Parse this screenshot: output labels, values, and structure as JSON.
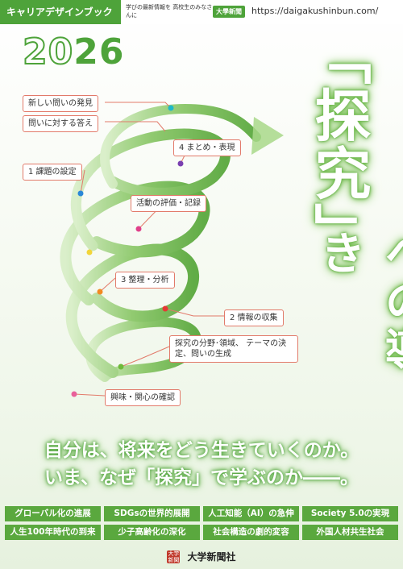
{
  "header": {
    "series": "キャリアデザインブック",
    "tagline": "学びの最新情報を 高校生のみなさんに",
    "publisher_badge": "大學新聞",
    "url": "https://daigakushinbun.com/"
  },
  "year_prefix": "20",
  "year_suffix": "26",
  "title": "「探究」",
  "subtitle": "への導き",
  "labels": {
    "new_question": "新しい問いの発見",
    "answer": "問いに対する答え",
    "step4": "4 まとめ・表現",
    "step1": "1 課題の設定",
    "evaluation": "活動の評価・記録",
    "step3": "3 整理・分析",
    "step2": "2 情報の収集",
    "field": "探究の分野･領域、 テーマの決定、問いの生成",
    "interest": "興味・関心の確認"
  },
  "slogan": {
    "line1": "自分は、将来をどう生きていくのか。",
    "line2": "いま、なぜ「探究」で学ぶのか――。"
  },
  "keywords": [
    "グローバル化の進展",
    "SDGsの世界的展開",
    "人工知能（AI）の急伸",
    "Society 5.0の実現",
    "人生100年時代の到来",
    "少子高齢化の深化",
    "社会構造の劇的変容",
    "外国人材共生社会"
  ],
  "footer": {
    "logo_text": "大学 新聞",
    "publisher": "大学新聞社"
  },
  "colors": {
    "accent": "#4ea33a",
    "label_border": "#e27a6a"
  }
}
